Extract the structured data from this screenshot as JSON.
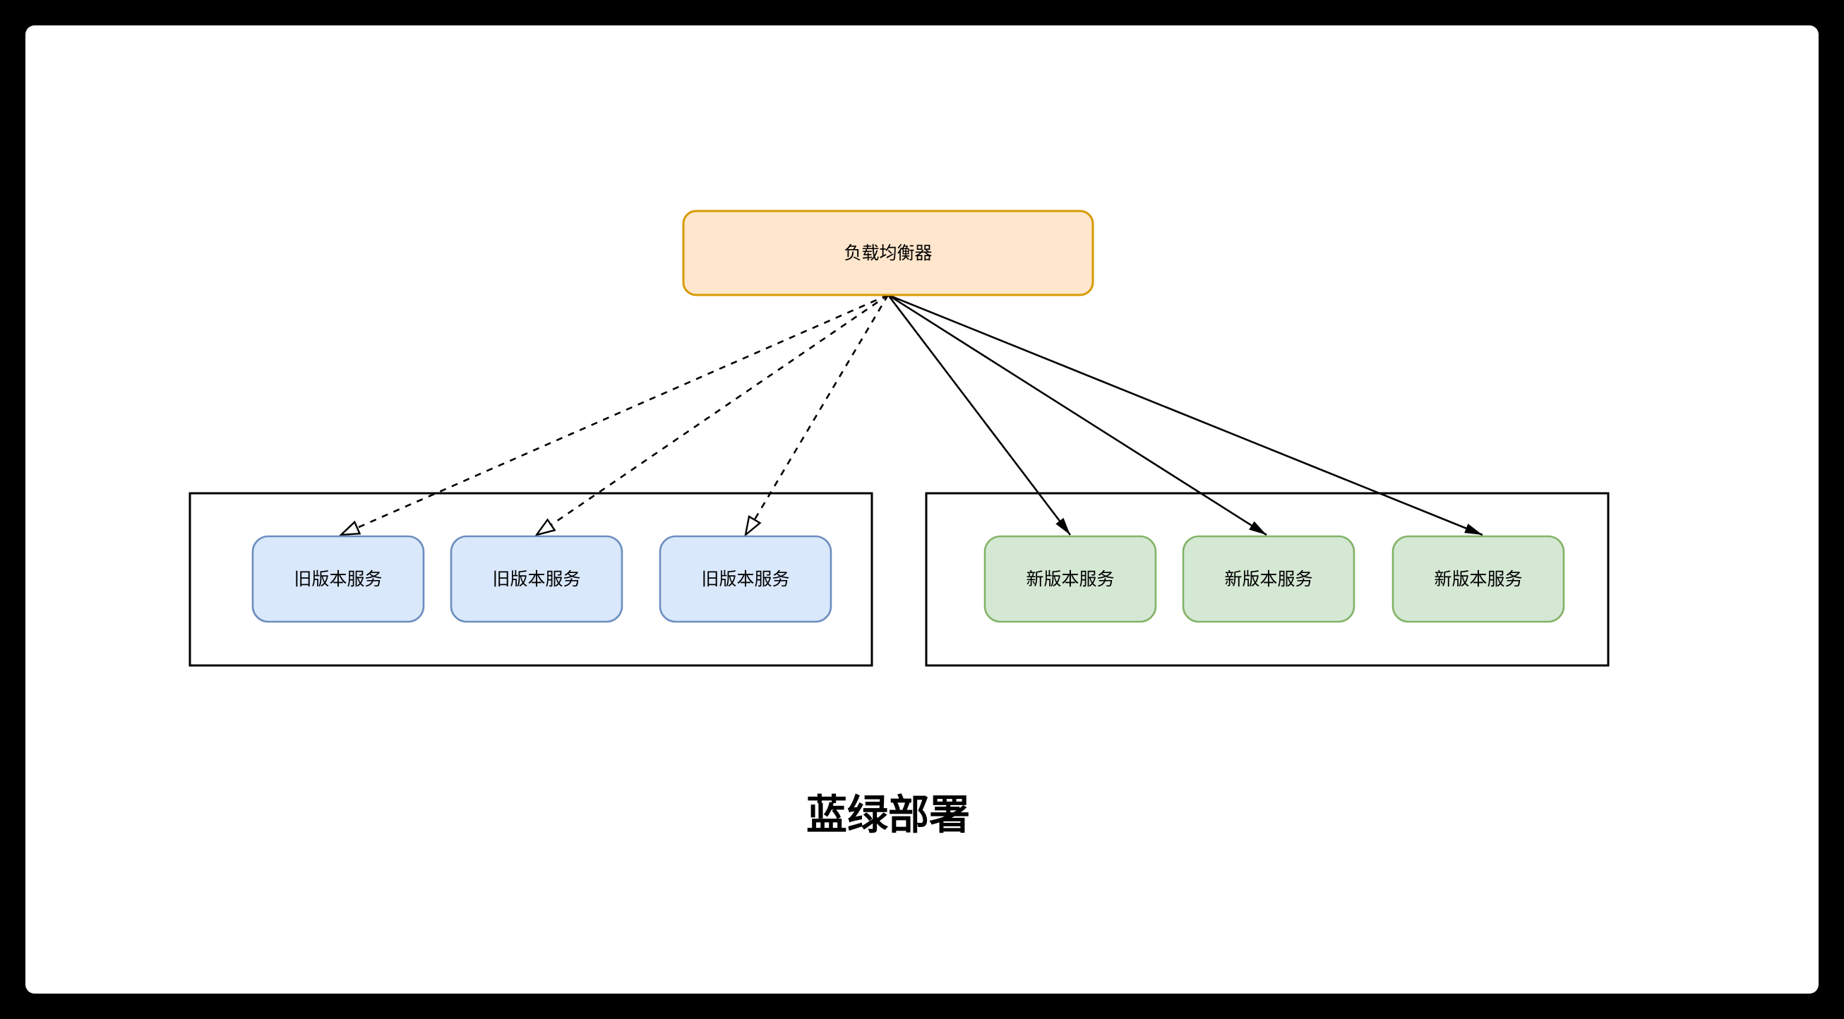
{
  "diagram": {
    "title": "蓝绿部署",
    "load_balancer": {
      "label": "负载均衡器"
    },
    "old_services": [
      {
        "label": "旧版本服务"
      },
      {
        "label": "旧版本服务"
      },
      {
        "label": "旧版本服务"
      }
    ],
    "new_services": [
      {
        "label": "新版本服务"
      },
      {
        "label": "新版本服务"
      },
      {
        "label": "新版本服务"
      }
    ]
  },
  "colors": {
    "frame": "#000000",
    "page": "#ffffff",
    "edge": "#000000",
    "group_stroke": "#000000",
    "group_fill": "#ffffff",
    "lb_fill": "#ffe6cc",
    "lb_stroke": "#d79b00",
    "old_fill": "#dae8fc",
    "old_stroke": "#6c8ebf",
    "new_fill": "#d5e8d4",
    "new_stroke": "#82b366"
  }
}
